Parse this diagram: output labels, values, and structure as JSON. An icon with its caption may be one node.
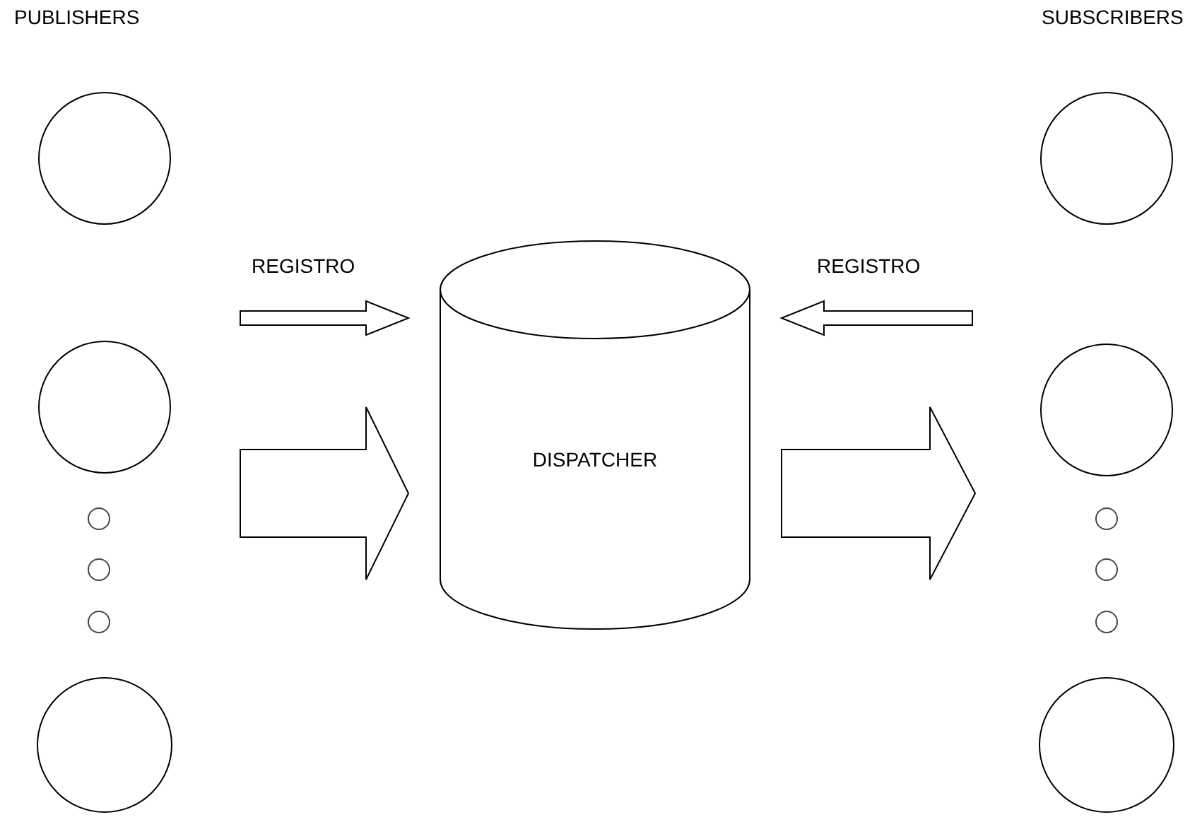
{
  "diagram": {
    "nodes": [
      {
        "text": [],
        "shape": "circle"
      },
      {
        "text": [],
        "shape": "circle"
      },
      {
        "text": [],
        "shape": "circle"
      },
      {
        "text": [],
        "shape": "circle"
      },
      {
        "text": [],
        "shape": "circle"
      },
      {
        "text": [],
        "shape": "circle"
      },
      {
        "text": [
          "DISPATCHER"
        ]
      },
      {
        "text": [],
        "shape": "circle"
      },
      {
        "text": [],
        "shape": "circle"
      },
      {
        "text": [],
        "shape": "circle"
      },
      {
        "text": [],
        "shape": "circle"
      },
      {
        "text": [],
        "shape": "circle"
      },
      {
        "text": [],
        "shape": "circle"
      }
    ],
    "edges": [
      {
        "from": null,
        "to": 6,
        "arrow": "to",
        "label": "REGISTRO"
      },
      {
        "from": null,
        "to": 6,
        "arrow": "to",
        "style": "thick"
      },
      {
        "from": null,
        "to": 6,
        "arrow": "to",
        "label": "REGISTRO"
      },
      {
        "from": 6,
        "to": null,
        "arrow": "to",
        "style": "thick"
      }
    ],
    "labels": [
      "PUBLISHERS",
      "SUBSCRIBERS"
    ]
  }
}
